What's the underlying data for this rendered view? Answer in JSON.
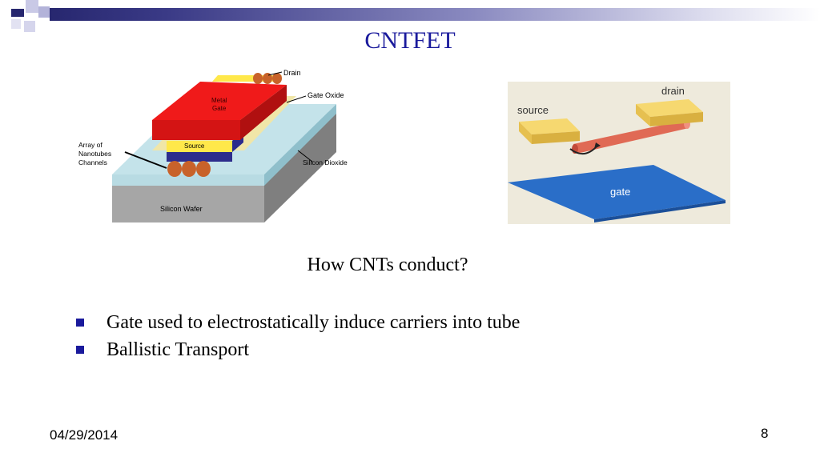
{
  "slide": {
    "title": "CNTFET",
    "subtitle": "How CNTs conduct?",
    "bullets": [
      "Gate used to electrostatically induce carriers into tube",
      "Ballistic Transport"
    ],
    "footer_date": "04/29/2014",
    "page_number": "8"
  },
  "figure_left": {
    "labels": {
      "drain": "Drain",
      "gate_oxide": "Gate Oxide",
      "metal_gate_line1": "Metal",
      "metal_gate_line2": "Gate",
      "source": "Source",
      "array_line1": "Array of",
      "array_line2": "Nanotubes",
      "array_line3": "Channels",
      "silicon_dioxide": "Silicon Dioxide",
      "silicon_wafer": "Silicon Wafer"
    }
  },
  "figure_right": {
    "labels": {
      "source": "source",
      "drain": "drain",
      "gate": "gate"
    }
  },
  "colors": {
    "title": "#1a1a9c",
    "bullet": "#1a1a9c",
    "header_dark": "#27276f"
  }
}
